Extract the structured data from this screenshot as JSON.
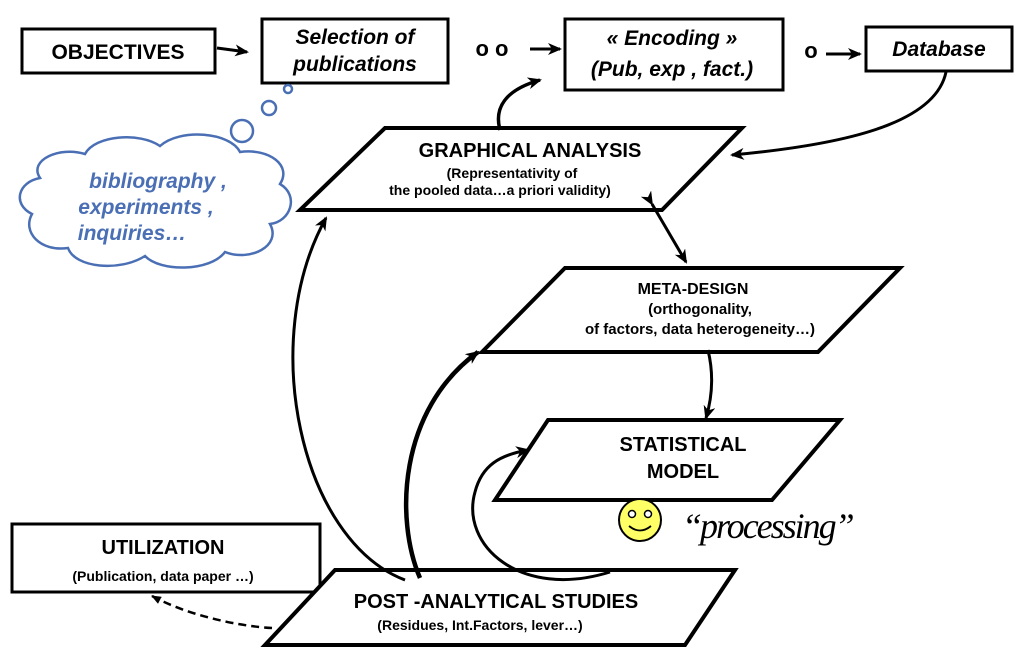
{
  "diagram": {
    "objectives": "OBJECTIVES",
    "selection": {
      "line1": "Selection of",
      "line2": "publications"
    },
    "dots_1": "o o",
    "encoding": {
      "line1": "«  Encoding     »",
      "line2": "(Pub,  exp , fact.)"
    },
    "dots_2": "o",
    "database": "Database",
    "graphical_analysis": {
      "title": "GRAPHICAL ANALYSIS",
      "line1": "(Representativity of",
      "line2": "the pooled data…a priori validity)"
    },
    "cloud": {
      "line1": "bibliography ,",
      "line2": "experiments ,",
      "line3": "inquiries…"
    },
    "meta_design": {
      "title": "META-DESIGN",
      "line1": "(orthogonality,",
      "line2": "of factors, data heterogeneity…)"
    },
    "statistical_model": {
      "line1": "STATISTICAL",
      "line2": "MODEL"
    },
    "processing": "“processing”",
    "utilization": {
      "title": "UTILIZATION",
      "line1": "(Publication, data paper …)"
    },
    "post_analytical": {
      "title": "POST -ANALYTICAL STUDIES",
      "line1": "(Residues, Int.Factors, lever…)"
    }
  },
  "colors": {
    "stroke": "#000000",
    "cloud": "#4a6fb5",
    "smiley_fill": "#ffff66"
  }
}
